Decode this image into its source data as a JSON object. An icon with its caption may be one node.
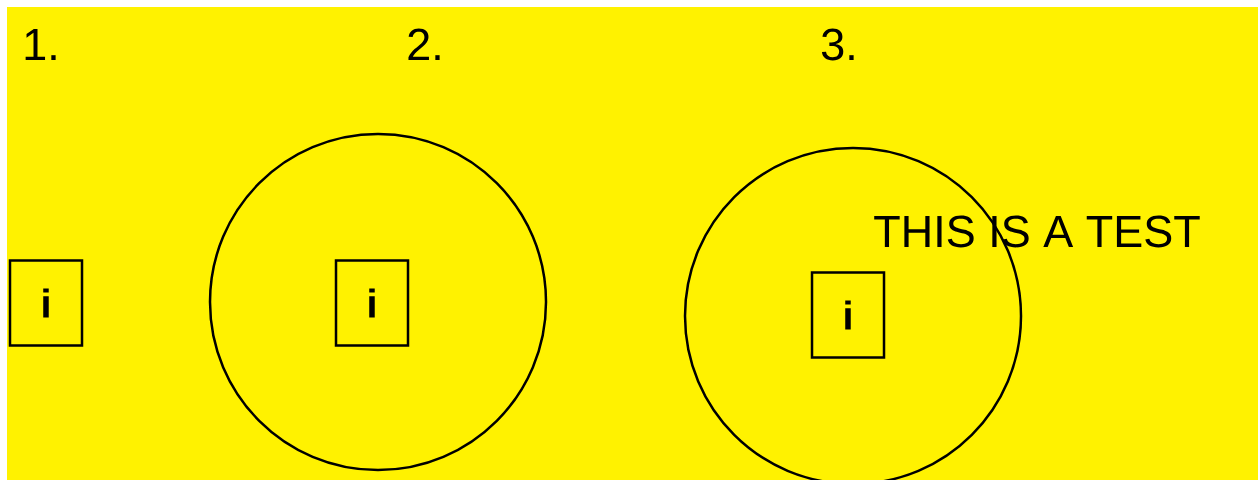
{
  "diagram": {
    "nodes": [
      {
        "text": [
          "i"
        ]
      },
      {
        "text": [],
        "shape": "circle"
      },
      {
        "text": [
          "i"
        ],
        "in": 1
      },
      {
        "text": [],
        "shape": "circle"
      },
      {
        "text": [
          "i"
        ],
        "in": 3
      }
    ],
    "labels": [
      "1.",
      "2.",
      "3.",
      "THIS IS A TEST"
    ]
  }
}
